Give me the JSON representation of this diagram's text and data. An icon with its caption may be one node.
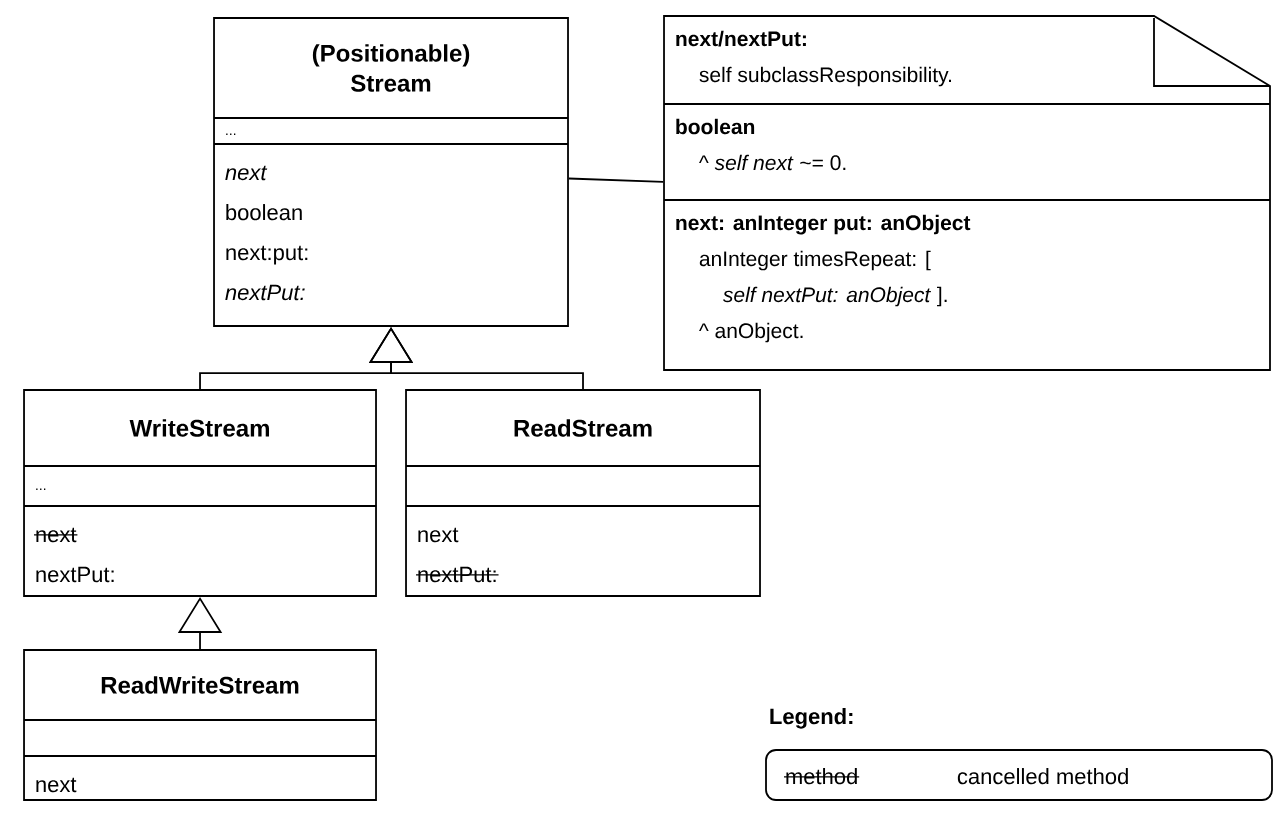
{
  "diagram": {
    "nodes": [
      {
        "text": [
          "(Positionable) Stream",
          "...",
          "next",
          "boolean",
          "next:put:",
          "nextPut:"
        ]
      },
      {
        "text": [
          "WriteStream",
          "...",
          "next",
          "nextPut:"
        ]
      },
      {
        "text": [
          "ReadStream",
          "next",
          "nextPut:"
        ]
      },
      {
        "text": [
          "ReadWriteStream",
          "next"
        ]
      },
      {
        "text": [
          "next/nextPut:",
          "self subclassResponsibility.",
          "boolean",
          "^ *self next* ~= 0.",
          "next: anInteger put: anObject",
          "anInteger timesRepeat: [",
          "*self nextPut: anObject* ].",
          "^ anObject."
        ]
      }
    ],
    "edges": [
      {
        "from": 1,
        "to": 0,
        "arrow": "to"
      },
      {
        "from": 2,
        "to": 0,
        "arrow": "to"
      },
      {
        "from": 3,
        "to": 1,
        "arrow": "to"
      },
      {
        "from": 0,
        "to": 4,
        "arrow": "none"
      }
    ],
    "labels": [
      "Legend:",
      "method"
    ],
    "legend": [
      {
        "text": "cancelled method"
      }
    ]
  }
}
